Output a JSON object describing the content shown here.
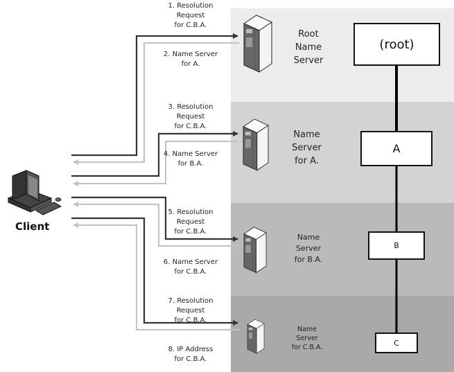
{
  "client": {
    "label": "Client",
    "icon": "desktop-computer-icon"
  },
  "zones": [
    {
      "server_label": "Root\nName\nServer",
      "node_label": "(root)",
      "color": "#ececec"
    },
    {
      "server_label": "Name\nServer\nfor A.",
      "node_label": "A",
      "color": "#d3d3d3"
    },
    {
      "server_label": "Name\nServer\nfor B.A.",
      "node_label": "B",
      "color": "#bababa"
    },
    {
      "server_label": "Name\nServer\nfor C.B.A.",
      "node_label": "C",
      "color": "#a9a9a9"
    }
  ],
  "messages": [
    {
      "step": 1,
      "type": "request",
      "text": "1. Resolution\nRequest\nfor C.B.A."
    },
    {
      "step": 2,
      "type": "response",
      "text": "2. Name Server\nfor A."
    },
    {
      "step": 3,
      "type": "request",
      "text": "3. Resolution\nRequest\nfor C.B.A."
    },
    {
      "step": 4,
      "type": "response",
      "text": "4. Name Server\nfor B.A."
    },
    {
      "step": 5,
      "type": "request",
      "text": "5. Resolution\nRequest\nfor C.B.A."
    },
    {
      "step": 6,
      "type": "response",
      "text": "6. Name Server\nfor C.B.A."
    },
    {
      "step": 7,
      "type": "request",
      "text": "7. Resolution\nRequest\nfor C.B.A."
    },
    {
      "step": 8,
      "type": "response",
      "text": "8. IP Address\nfor C.B.A."
    }
  ],
  "colors": {
    "request": "#333333",
    "response": "#c4c4c4",
    "tree_line": "#000000"
  }
}
